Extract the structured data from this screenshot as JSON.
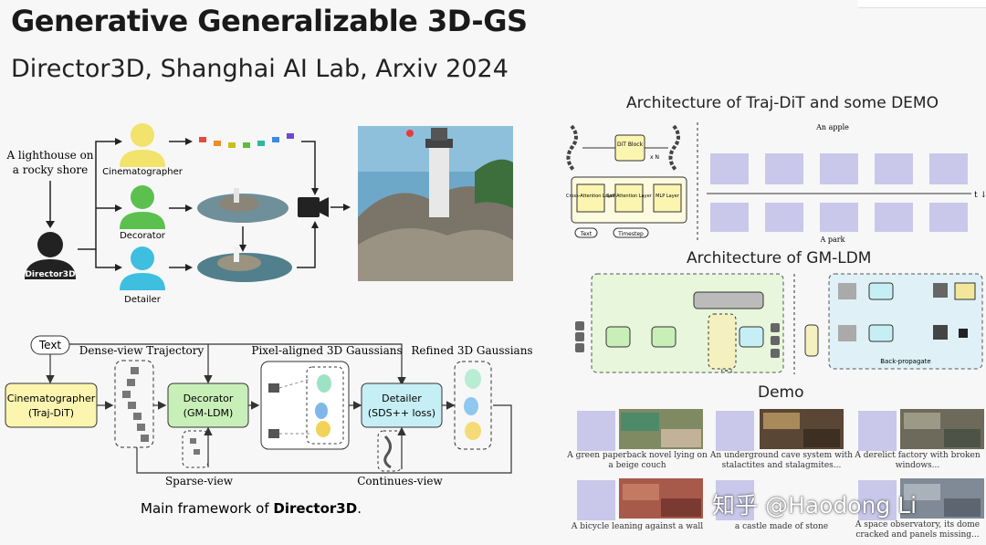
{
  "slide": {
    "title": "Generative Generalizable 3D-GS",
    "subtitle": "Director3D, Shanghai AI Lab, Arxiv 2024"
  },
  "pipeline": {
    "prompt": "A lighthouse on a rocky shore",
    "prompt_line1": "A lighthouse on",
    "prompt_line2": "a rocky shore",
    "director": "Director3D",
    "roles": [
      "Cinematographer",
      "Decorator",
      "Detailer"
    ],
    "colors": {
      "cinematographer": "#f1e36b",
      "decorator": "#5cc04f",
      "detailer": "#3fbfe0"
    }
  },
  "framework": {
    "text_box": "Text",
    "labels": {
      "dense": "Dense-view Trajectory",
      "pixel": "Pixel-aligned 3D Gaussians",
      "refined": "Refined 3D Gaussians",
      "sparse": "Sparse-view",
      "continues": "Continues-view"
    },
    "boxes": {
      "cine1": "Cinematographer",
      "cine2": "(Traj-DiT)",
      "deco1": "Decorator",
      "deco2": "(GM-LDM)",
      "det1": "Detailer",
      "det2": "(SDS++ loss)"
    },
    "caption_prefix": "Main framework of ",
    "caption_bold": "Director3D",
    "caption_suffix": "."
  },
  "trajdit": {
    "heading": "Architecture of Traj-DiT and some DEMO",
    "block": "DiT Block",
    "xn": "x N",
    "layers": [
      "Cross-Attention Layer",
      "Self-Attention Layer",
      "MLP Layer"
    ],
    "inputs": [
      "Text",
      "Timestep"
    ],
    "demo_top": "An apple",
    "demo_bottom": "A park",
    "time_label": "t ↓"
  },
  "gmldm": {
    "heading": "Architecture of GM-LDM",
    "backprop": "Back-propagate",
    "tlabel": "t = 1"
  },
  "demo": {
    "heading": "Demo",
    "captions": [
      "A green paperback novel lying on a beige couch",
      "An underground cave system with stalactites and stalagmites...",
      "A derelict factory with broken windows...",
      "A bicycle leaning against a wall",
      "a castle made of stone",
      "A space observatory, its dome cracked and panels missing..."
    ]
  },
  "watermark": "知乎 @Haodong Li"
}
